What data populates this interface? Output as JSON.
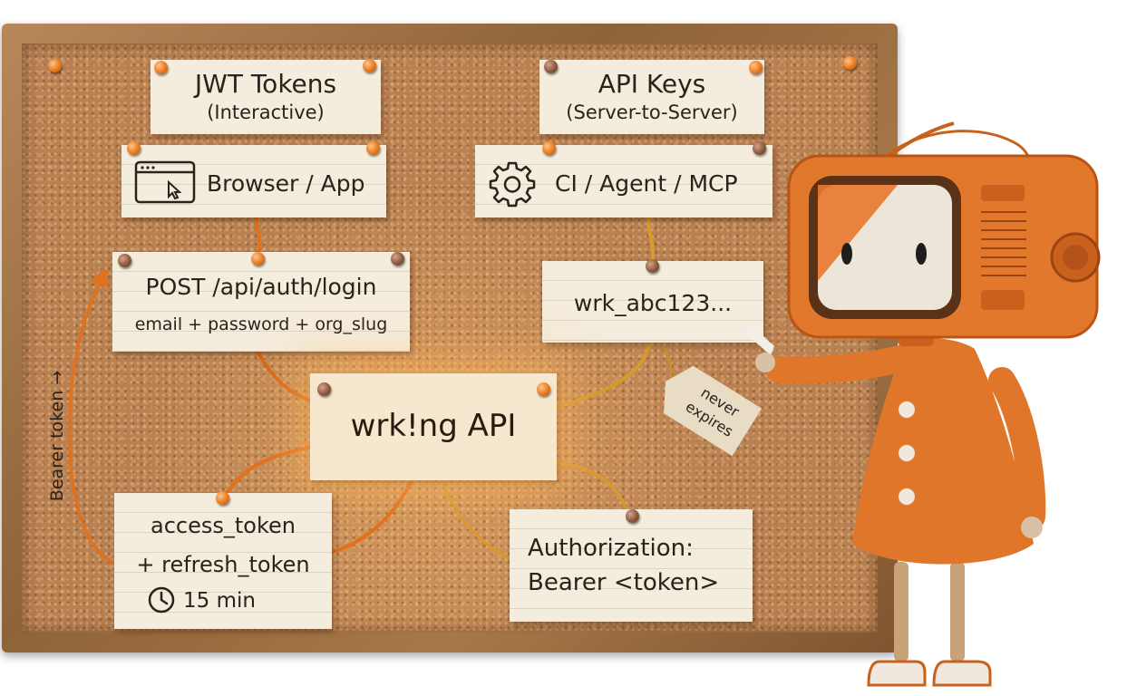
{
  "notes": {
    "jwt_title": "JWT Tokens",
    "jwt_subtitle": "(Interactive)",
    "api_keys_title": "API Keys",
    "api_keys_subtitle": "(Server-to-Server)",
    "browser_app": "Browser / App",
    "ci_agent_mcp": "CI / Agent / MCP",
    "login_endpoint": "POST /api/auth/login",
    "login_params": "email + password + org_slug",
    "api_key_value": "wrk_abc123...",
    "center": "wrk!ng API",
    "access_token": "access_token",
    "refresh_token": "+ refresh_token",
    "token_ttl": "15 min",
    "auth_header_line1": "Authorization:",
    "auth_header_line2": "Bearer <token>",
    "tag": "never expires",
    "side_label": "Bearer token →"
  },
  "icons": [
    "browser-window-icon",
    "gear-icon",
    "clock-icon",
    "cursor-icon"
  ],
  "colors": {
    "string_orange": "#e2711d",
    "string_gold": "#d79a2c",
    "cork": "#b98152",
    "paper": "#f4ecdc",
    "mascot_orange": "#e0762a"
  }
}
